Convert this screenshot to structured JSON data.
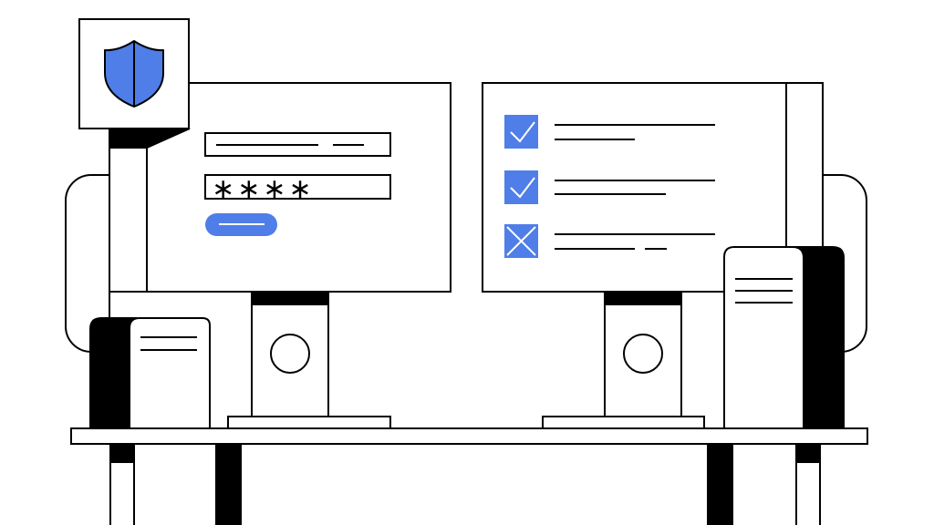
{
  "login_panel": {
    "password_mask": "∗∗∗∗"
  },
  "checklist": {
    "items": [
      {
        "state": "checked"
      },
      {
        "state": "checked"
      },
      {
        "state": "failed"
      }
    ]
  },
  "icons": {
    "badge": "shield-icon",
    "check": "checkbox-checked-icon",
    "cross": "checkbox-cross-icon"
  },
  "colors": {
    "accent": "#4f7ee8",
    "stroke": "#000000",
    "background": "#ffffff"
  }
}
